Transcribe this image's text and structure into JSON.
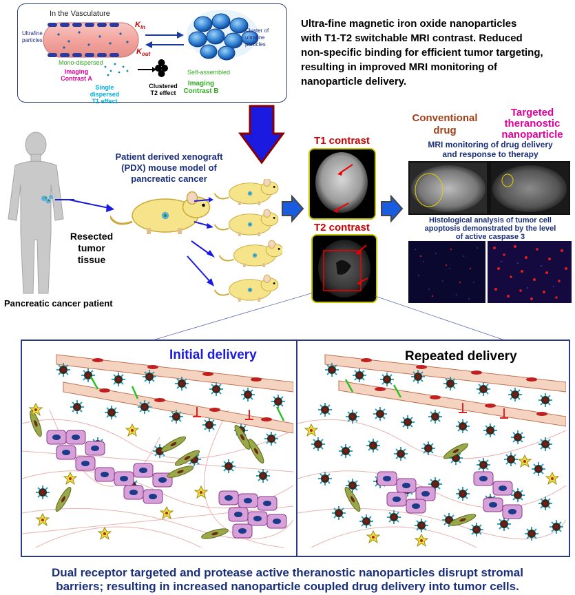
{
  "summary": {
    "line1": "Ultra-fine magnetic iron oxide nanoparticles",
    "line2": "with T1-T2 switchable MRI contrast. Reduced",
    "line3": "non-specific binding for efficient tumor targeting,",
    "line4": "resulting in improved MRI monitoring of",
    "line5": "nanoparticle delivery."
  },
  "vasculature": {
    "title": "In the Vasculature",
    "ultrafine": "Ultrafine particles",
    "mono": "Mono-dispersed",
    "kin": "K",
    "kin_sub": "in",
    "kout": "K",
    "kout_sub": "out",
    "cluster": "Cluster of ultrafine particles",
    "self_assembled": "Self-assembled",
    "contrast_a_1": "Imaging",
    "contrast_a_2": "Contrast A",
    "single_1": "Single dispersed",
    "single_2": "T1 effect",
    "clustered_1": "Clustered",
    "clustered_2": "T2 effect",
    "contrast_b_1": "Imaging",
    "contrast_b_2": "Contrast B"
  },
  "patient": {
    "resected_1": "Resected",
    "resected_2": "tumor",
    "resected_3": "tissue",
    "label": "Pancreatic cancer patient"
  },
  "pdx": {
    "line1": "Patient derived xenograft",
    "line2": "(PDX) mouse model of",
    "line3": "pancreatic cancer"
  },
  "mri": {
    "t1": "T1 contrast",
    "t2": "T2 contrast"
  },
  "results": {
    "conventional_1": "Conventional",
    "conventional_2": "drug",
    "targeted_1": "Targeted",
    "targeted_2": "theranostic",
    "targeted_3": "nanoparticle",
    "monitoring_1": "MRI monitoring of drug delivery",
    "monitoring_2": "and response to therapy",
    "histo_1": "Histological analysis of tumor cell",
    "histo_2": "apoptosis demonstrated by the level",
    "histo_3": "of active caspase 3"
  },
  "panels": {
    "initial": "Initial delivery",
    "repeated": "Repeated delivery"
  },
  "caption": {
    "line1": "Dual receptor targeted and protease active theranostic nanoparticles disrupt stromal",
    "line2": "barriers; resulting in increased nanoparticle coupled drug delivery into tumor cells."
  },
  "colors": {
    "navy": "#1a2f7a",
    "magenta": "#e0009a",
    "brown": "#a0401a",
    "red": "#cc0000",
    "arrow_blue": "#1a1ae0"
  }
}
